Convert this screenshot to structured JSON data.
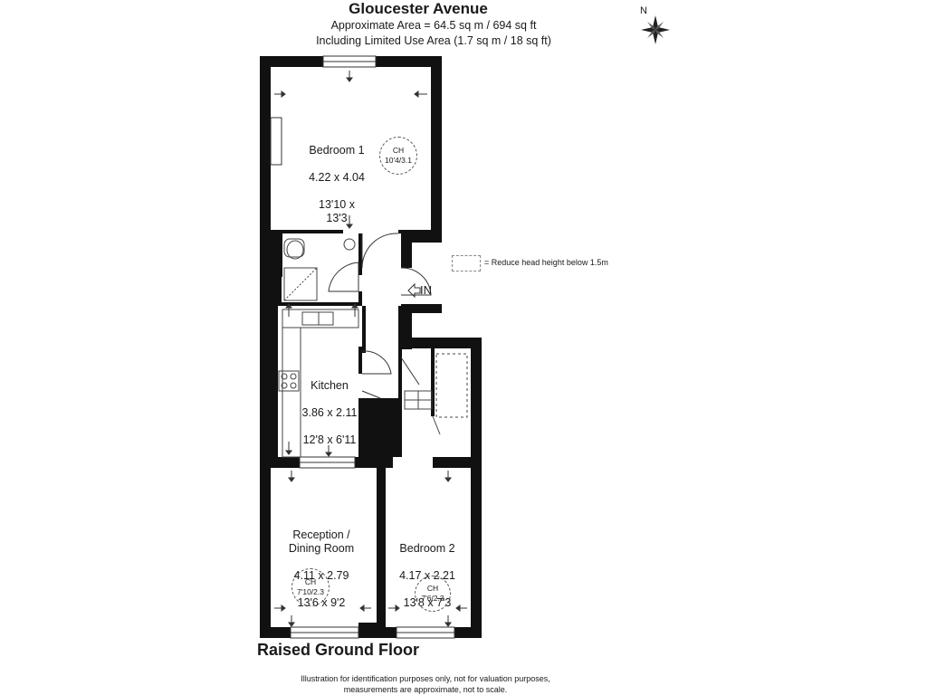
{
  "header": {
    "title": "Gloucester Avenue",
    "area_line": "Approximate Area = 64.5 sq m / 694 sq ft",
    "limited_line": "Including Limited Use Area (1.7 sq m / 18 sq ft)"
  },
  "compass": {
    "label": "N"
  },
  "legend": {
    "text": "= Reduce head height below 1.5m"
  },
  "entrance": {
    "label": "IN"
  },
  "rooms": {
    "bedroom1": {
      "name": "Bedroom 1",
      "metric": "4.22 x 4.04",
      "imperial": "13'10 x 13'3",
      "ch_label": "CH",
      "ch_value": "10'4/3.1"
    },
    "kitchen": {
      "name": "Kitchen",
      "metric": "3.86 x 2.11",
      "imperial": "12'8 x 6'11"
    },
    "reception": {
      "name": "Reception /\nDining Room",
      "metric": "4.11 x 2.79",
      "imperial": "13'6 x 9'2",
      "ch_label": "CH",
      "ch_value": "7'10/2.3"
    },
    "bedroom2": {
      "name": "Bedroom 2",
      "metric": "4.17 x 2.21",
      "imperial": "13'8 x 7'3",
      "ch_label": "CH",
      "ch_value": "7'6/2.3"
    }
  },
  "floor": {
    "name": "Raised Ground Floor"
  },
  "disclaimer": {
    "line1": "Illustration for identification purposes only, not for valuation purposes,",
    "line2": "measurements are approximate, not to scale."
  }
}
